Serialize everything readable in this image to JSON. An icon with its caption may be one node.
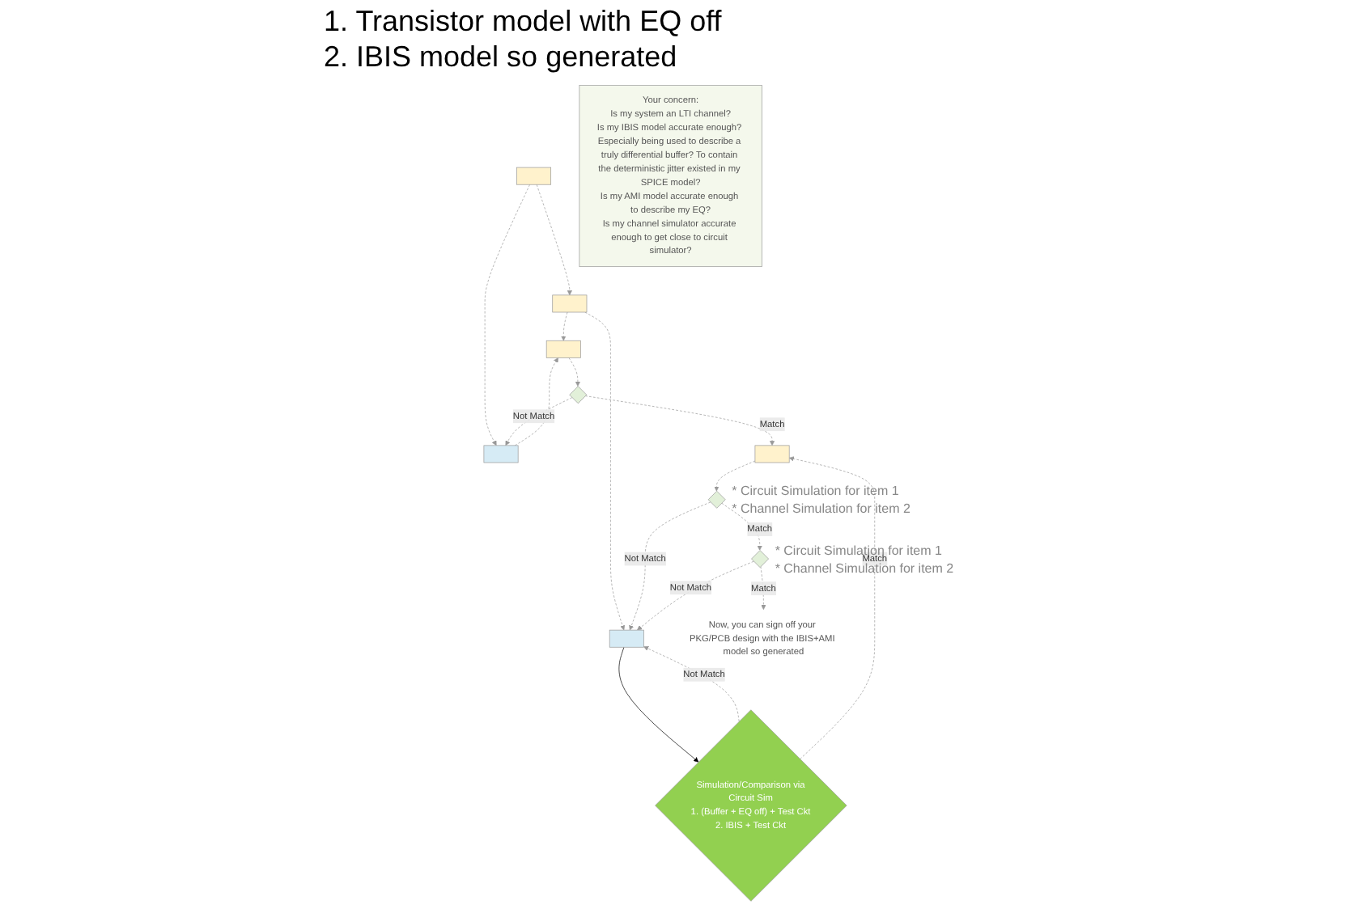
{
  "diagram": {
    "nodes": [
      {
        "text": [],
        "shape": "box"
      },
      {
        "text": [],
        "shape": "box"
      },
      {
        "text": [],
        "shape": "box"
      },
      {
        "text": [],
        "shape": "box"
      },
      {
        "text": [],
        "shape": "diamond"
      },
      {
        "text": [],
        "shape": "box"
      },
      {
        "text": [
          "Simulation/Comparison via",
          "Circuit Sim",
          "1. (Buffer + EQ off) + Test Ckt",
          "2. IBIS + Test Ckt"
        ]
      },
      {
        "text": [],
        "shape": "box"
      },
      {
        "text": [],
        "shape": "diamond",
        "beside": [
          "* Circuit Simulation for item 1",
          "* Channel Simulation for item 2"
        ]
      },
      {
        "text": [],
        "shape": "diamond",
        "beside": [
          "* Circuit Simulation for item 1",
          "* Channel Simulation for item 2"
        ]
      },
      {
        "text": [
          "Now, you can sign off your PKG/PCB design with the IBIS+AMI model so generated"
        ]
      },
      {
        "text": [
          "Your concern:",
          "Is my system an LTI channel?",
          "Is my IBIS model accurate enough? Especially being used to describe a truly differential buffer? To contain the deterministic jitter existed in my SPICE model?",
          "Is my AMI model accurate enough to describe my EQ?",
          "Is my channel simulator accurate enough to get close to circuit simulator?"
        ]
      }
    ],
    "edges": [
      {
        "from": 0,
        "to": 2,
        "arrow": "to",
        "style": "dashed"
      },
      {
        "from": 0,
        "to": 1,
        "arrow": "to",
        "style": "dashed"
      },
      {
        "from": 1,
        "to": 3,
        "arrow": "to",
        "style": "dashed"
      },
      {
        "from": 2,
        "to": 3,
        "arrow": "to",
        "style": "dashed"
      },
      {
        "from": 2,
        "to": 5,
        "arrow": "to",
        "style": "dashed"
      },
      {
        "from": 3,
        "to": 4,
        "arrow": "to",
        "style": "dashed"
      },
      {
        "from": 4,
        "to": 1,
        "label": "Not Match",
        "arrow": "to",
        "style": "dashed"
      },
      {
        "from": 5,
        "to": 6,
        "arrow": "to",
        "color": "#000000"
      },
      {
        "from": 6,
        "to": 5,
        "label": "Not Match",
        "arrow": "to",
        "style": "dashed"
      },
      {
        "from": 6,
        "to": 7,
        "label": "Match",
        "arrow": "to",
        "style": "dashed"
      },
      {
        "from": 4,
        "to": 7,
        "label": "Match",
        "arrow": "to",
        "style": "dashed"
      },
      {
        "from": 7,
        "to": 8,
        "arrow": "to",
        "style": "dashed"
      },
      {
        "from": 8,
        "to": 5,
        "label": "Not Match",
        "arrow": "to",
        "style": "dashed"
      },
      {
        "from": 8,
        "to": 9,
        "label": "Match",
        "arrow": "to",
        "style": "dashed"
      },
      {
        "from": 9,
        "to": 5,
        "label": "Not Match",
        "arrow": "to",
        "style": "dashed"
      },
      {
        "from": 9,
        "to": 10,
        "label": "Match",
        "arrow": "to",
        "style": "dashed"
      }
    ],
    "labels": [
      "1. Transistor model with EQ off",
      "2. IBIS model so generated"
    ]
  }
}
